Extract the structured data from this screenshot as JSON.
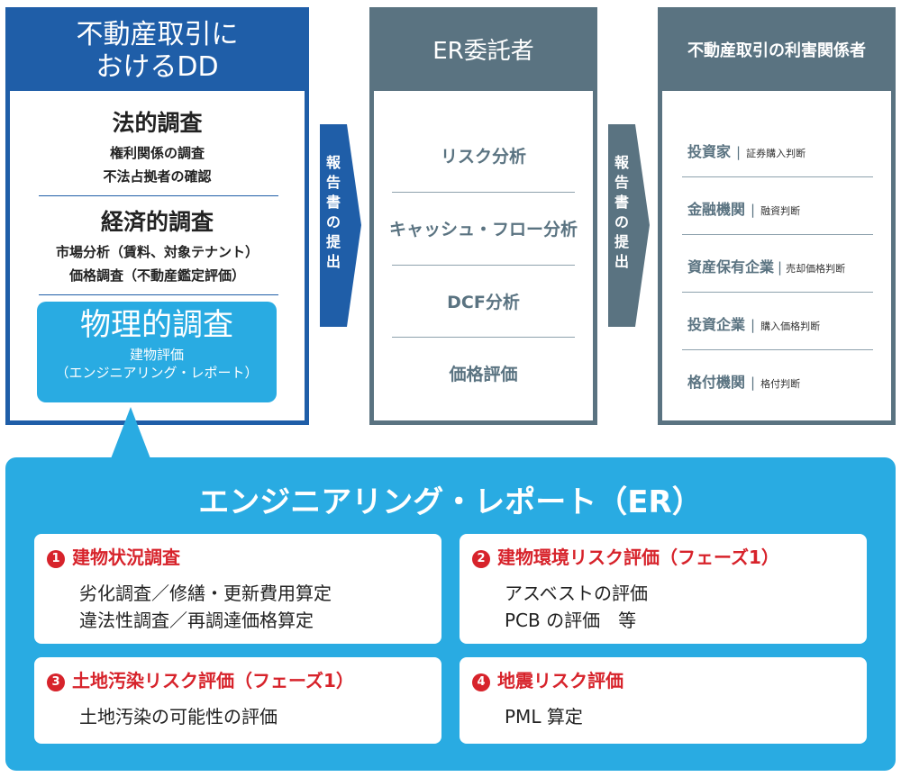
{
  "col1": {
    "title_line1": "不動産取引に",
    "title_line2": "おけるDD",
    "legal": {
      "title": "法的調査",
      "lines": [
        "権利関係の調査",
        "不法占拠者の確認"
      ]
    },
    "economic": {
      "title": "経済的調査",
      "lines": [
        "市場分析（賃料、対象テナント）",
        "価格調査（不動産鑑定評価）"
      ]
    },
    "physical": {
      "title": "物理的調査",
      "sub1": "建物評価",
      "sub2": "（エンジニアリング・レポート）"
    }
  },
  "arrow1": {
    "chars": [
      "報",
      "告",
      "書",
      "の",
      "提",
      "出"
    ]
  },
  "arrow2": {
    "chars": [
      "報",
      "告",
      "書",
      "の",
      "提",
      "出"
    ]
  },
  "col2": {
    "title": "ER委託者",
    "items": [
      "リスク分析",
      "キャッシュ・フロー分析",
      "DCF分析",
      "価格評価"
    ]
  },
  "col3": {
    "title": "不動産取引の利害関係者",
    "items": [
      {
        "name": "投資家",
        "note": "証券購入判断"
      },
      {
        "name": "金融機関",
        "note": "融資判断"
      },
      {
        "name": "資産保有企業",
        "note": "売却価格判断"
      },
      {
        "name": "投資企業",
        "note": "購入価格判断"
      },
      {
        "name": "格付機関",
        "note": "格付判断"
      }
    ]
  },
  "er": {
    "title": "エンジニアリング・レポート（ER）",
    "boxes": [
      {
        "num": "1",
        "title": "建物状況調査",
        "lines": [
          "劣化調査／修繕・更新費用算定",
          "違法性調査／再調達価格算定"
        ]
      },
      {
        "num": "2",
        "title": "建物環境リスク評価（フェーズ1）",
        "lines": [
          "アスベストの評価",
          "PCB の評価　等"
        ]
      },
      {
        "num": "3",
        "title": "土地汚染リスク評価（フェーズ1）",
        "lines": [
          "土地汚染の可能性の評価"
        ]
      },
      {
        "num": "4",
        "title": "地震リスク評価",
        "lines": [
          "PML 算定"
        ]
      }
    ]
  },
  "colors": {
    "blue_dark": "#1f5ea8",
    "blue_light": "#29abe2",
    "slate": "#5a7381",
    "red": "#d7232b"
  }
}
